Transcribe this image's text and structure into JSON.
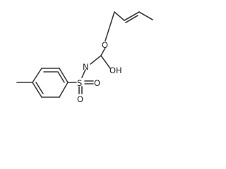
{
  "molecule": {
    "atoms": {
      "ester_oxygen": "O",
      "hydroxyl": "OH",
      "nitrogen": "N",
      "sulfur": "S",
      "sulfonyl_oxygen_right": "O",
      "sulfonyl_oxygen_bottom": "O"
    }
  }
}
